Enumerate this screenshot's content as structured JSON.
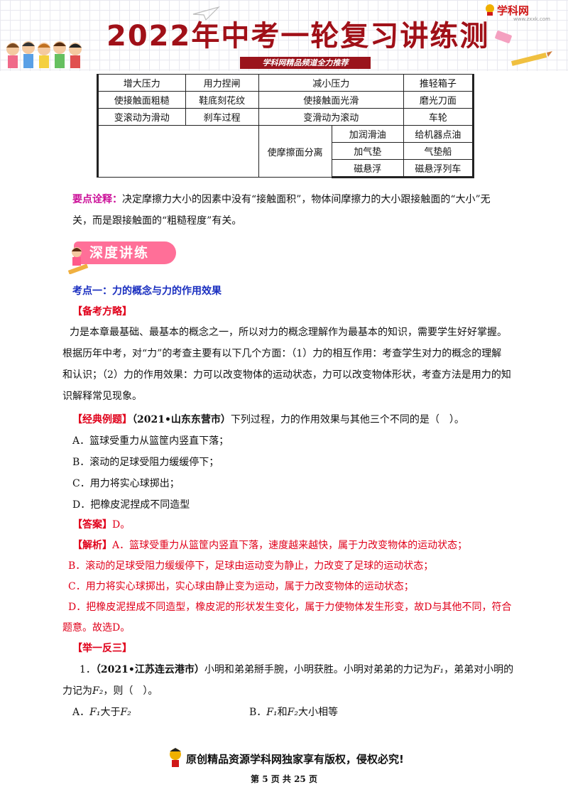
{
  "header": {
    "title": "2022年中考一轮复习讲练测",
    "subtitle": "学科网精品频道全力推荐",
    "brand": "学科网",
    "brand_url": "www.zxxk.com"
  },
  "table": {
    "rows": [
      [
        "增大压力",
        "用力捏闸",
        "减小压力",
        "推轻箱子"
      ],
      [
        "使接触面粗糙",
        "鞋底刻花纹",
        "使接触面光滑",
        "磨光刀面"
      ],
      [
        "变滚动为滑动",
        "刹车过程",
        "变滑动为滚动",
        "车轮"
      ]
    ],
    "separate_label": "使摩擦面分离",
    "separate_rows": [
      [
        "加润滑油",
        "给机器点油"
      ],
      [
        "加气垫",
        "气垫船"
      ],
      [
        "磁悬浮",
        "磁悬浮列车"
      ]
    ]
  },
  "notes": {
    "label": "要点诠释：",
    "text1": "决定摩擦力大小的因素中没有“接触面积”，物体间摩擦力的大小跟接触面的“大小”无",
    "text2": "关，而是跟接触面的“粗糙程度”有关。"
  },
  "section_badge": "深度讲练",
  "point": "考点一：力的概念与力的作用效果",
  "strategy": {
    "label": "【备考方略】",
    "lines": [
      "力是本章最基础、最基本的概念之一，所以对力的概念理解作为最基本的知识，需要学生好好掌握。",
      "根据历年中考，对“力”的考查主要有以下几个方面：（1）力的相互作用：考查学生对力的概念的理解",
      "和认识；（2）力的作用效果：力可以改变物体的运动状态，力可以改变物体形状，考查方法是用力的知",
      "识解释常见现象。"
    ]
  },
  "example": {
    "label": "【经典例题】",
    "source": "（2021•山东东营市）",
    "question": "下列过程，力的作用效果与其他三个不同的是（　）。",
    "options": [
      "A．篮球受重力从篮筐内竖直下落；",
      "B．滚动的足球受阻力缓缓停下；",
      "C．用力将实心球掷出；",
      "D．把橡皮泥捏成不同造型"
    ],
    "answer_label": "【答案】",
    "answer": "D。",
    "analysis_label": "【解析】",
    "analysis": [
      "A．篮球受重力从篮筐内竖直下落，速度越来越快，属于力改变物体的运动状态；",
      "B．滚动的足球受阻力缓缓停下，足球由运动变为静止，力改变了足球的运动状态；",
      "C．用力将实心球掷出，实心球由静止变为运动，属于力改变物体的运动状态；",
      "D．把橡皮泥捏成不同造型，橡皮泥的形状发生变化，属于力使物体发生形变，故D与其他不同，符合",
      "题意。故选D。"
    ]
  },
  "practice": {
    "label": "【举一反三】",
    "q_num": "1．",
    "source": "（2021•江苏连云港市）",
    "q_line1_a": "小明和弟弟掰手腕，小明获胜。小明对弟弟的力记为",
    "F1": "F₁",
    "q_line1_b": "，弟弟对小明的",
    "q_line2_a": "力记为",
    "F2": "F₂",
    "q_line2_b": "，则（　）。",
    "optA_a": "A．",
    "optA_F1": "F₁",
    "optA_b": "大于",
    "optA_F2": "F₂",
    "optB_a": "B．",
    "optB_F1": "F₁",
    "optB_b": "和",
    "optB_F2": "F₂",
    "optB_c": "大小相等"
  },
  "footer": {
    "copyright": "原创精品资源学科网独家享有版权，侵权必究!",
    "page": "第 5 页 共 25 页"
  },
  "colors": {
    "title": "#a01018",
    "answer_red": "#e0001a",
    "notes_magenta": "#cc1199",
    "point_blue": "#1a2fc0",
    "badge_pink": "#ff6f98"
  }
}
